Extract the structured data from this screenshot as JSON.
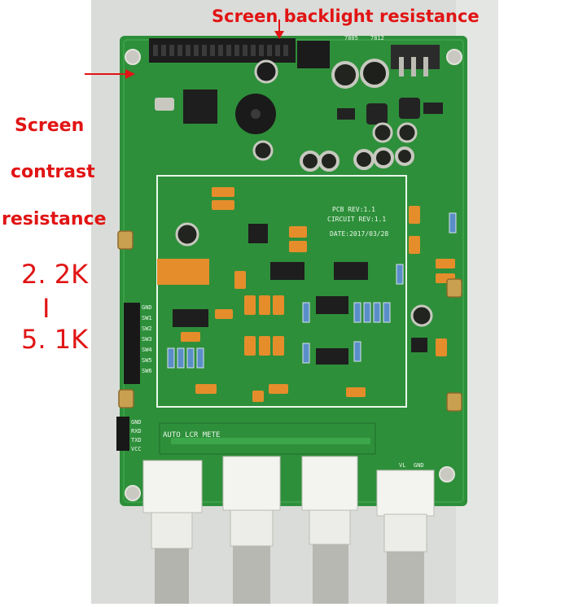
{
  "annotations": {
    "top_label": "Screen backlight resistance",
    "side_lines": [
      "Screen",
      "contrast",
      "resistance"
    ],
    "value_top": "2. 2K",
    "value_sep": "I",
    "value_bottom": "5. 1K"
  },
  "board": {
    "pcb_rev": "PCB REV:1.1",
    "circuit_rev": "CIRCUIT REV:1.1",
    "date": "DATE:2017/03/28",
    "product": "AUTO LCR METE",
    "pins_right": [
      "GND",
      "SW1",
      "SW2",
      "SW3",
      "SW4",
      "SW5",
      "SW6"
    ],
    "uart_pins": [
      "GND",
      "RXD",
      "TXD",
      "VCC"
    ],
    "top_parts": [
      "7805",
      "7812"
    ],
    "bnc_labels": [
      "VL",
      "GND"
    ]
  },
  "colors": {
    "annotation": "#e11414",
    "pcb": "#2e8f3a",
    "pcb_dark": "#1f6e2a",
    "silk": "#e9f7ea"
  }
}
